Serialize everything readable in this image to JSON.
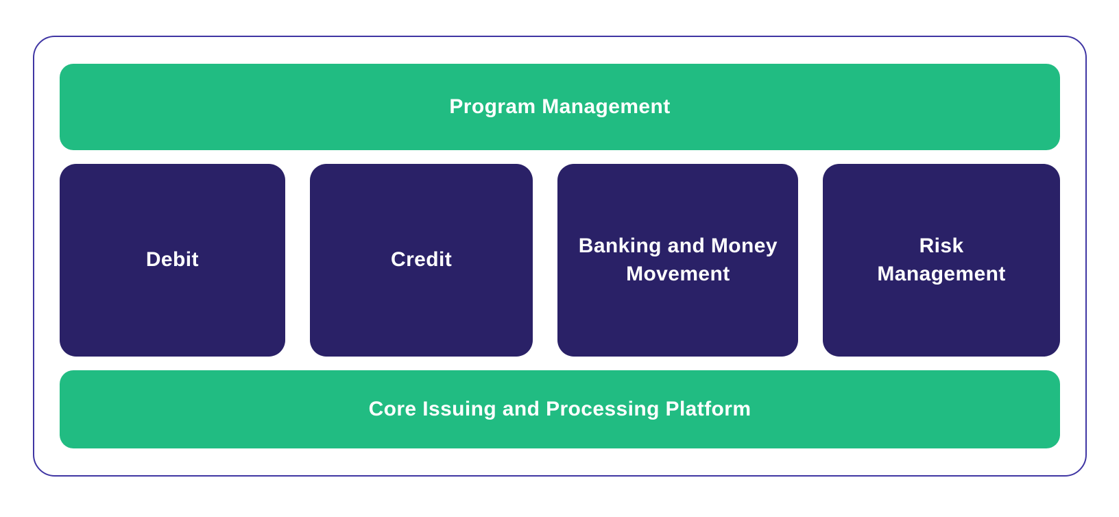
{
  "diagram": {
    "top_bar": {
      "label": "Program Management"
    },
    "boxes": [
      {
        "label": "Debit"
      },
      {
        "label": "Credit"
      },
      {
        "label": "Banking and Money Movement"
      },
      {
        "label": "Risk Management"
      }
    ],
    "bottom_bar": {
      "label": "Core Issuing and Processing Platform"
    },
    "colors": {
      "green": "#21bc82",
      "indigo": "#2a2167",
      "frame_border": "#3f35a3",
      "text": "#ffffff"
    }
  }
}
